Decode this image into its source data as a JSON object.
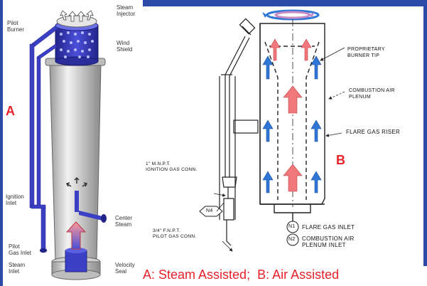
{
  "colors": {
    "accent_red": "#e8212b",
    "burner_blue": "#3a3fc4",
    "up_arrow_blue": "#2f77d6",
    "up_arrow_red": "#f0777a",
    "background_blue": "#2b4aa8"
  },
  "panel_a": {
    "letter": "A",
    "labels": {
      "steam_injector": "Steam\nInjector",
      "pilot_burner": "Pilot\nBurner",
      "wind_shield": "Wind\nShield",
      "ignition_inlet": "Ignition\nInlet",
      "center_steam": "Center\nSteam",
      "pilot_gas_inlet": "Pilot\nGas Inlet",
      "steam_inlet": "Steam\nInlet",
      "velocity_seal": "Velocity\nSeal"
    }
  },
  "panel_b": {
    "letter": "B",
    "labels": {
      "burner_tip": "PROPRIETARY\nBURNER TIP",
      "combustion_air_plenum": "COMBUSTION AIR\nPLENUM",
      "flare_gas_riser": "FLARE GAS RISER",
      "ignition_gas_conn": "1\" M.N.P.T.\nIGNITION GAS CONN.",
      "pilot_gas_conn": "3/4\" F.N.P.T.\nPILOT GAS CONN.",
      "n4": "N4",
      "n1": "N1",
      "n2": "N2",
      "flare_gas_inlet": "FLARE GAS INLET",
      "combustion_air_plenum_inlet": "COMBUSTION AIR\nPLENUM INLET"
    }
  },
  "caption": "A: Steam Assisted;  B: Air Assisted"
}
